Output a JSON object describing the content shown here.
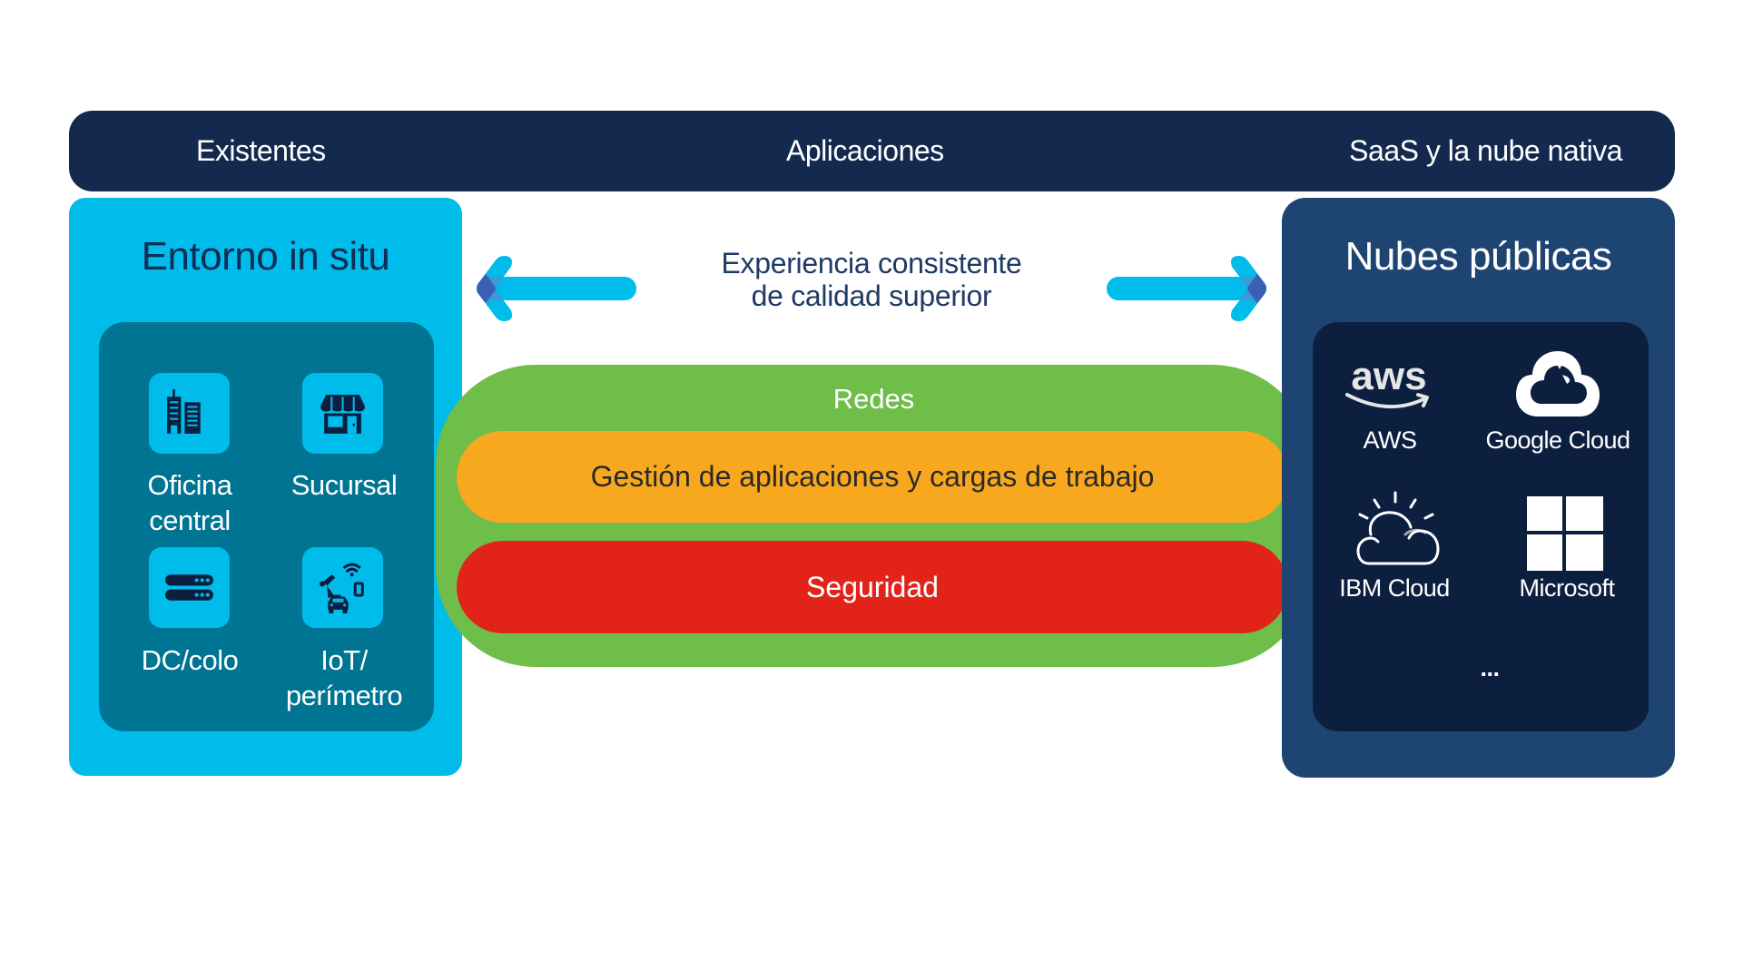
{
  "header": {
    "left_label": "Existentes",
    "center_label": "Aplicaciones",
    "right_label": "SaaS y la nube nativa"
  },
  "on_premises": {
    "title": "Entorno in situ",
    "items": [
      {
        "icon": "buildings-icon",
        "label_line1": "Oficina",
        "label_line2": "central"
      },
      {
        "icon": "storefront-icon",
        "label_line1": "Sucursal",
        "label_line2": ""
      },
      {
        "icon": "server-icon",
        "label_line1": "DC/colo",
        "label_line2": ""
      },
      {
        "icon": "iot-devices-icon",
        "label_line1": "IoT/",
        "label_line2": "perímetro"
      }
    ]
  },
  "center": {
    "experience_line1": "Experiencia consistente",
    "experience_line2": "de calidad superior",
    "networking_label": "Redes",
    "app_management_label": "Gestión de aplicaciones y cargas de trabajo",
    "security_label": "Seguridad"
  },
  "public_clouds": {
    "title": "Nubes públicas",
    "providers": [
      {
        "icon": "aws-logo-icon",
        "label": "AWS"
      },
      {
        "icon": "google-cloud-logo-icon",
        "label": "Google Cloud"
      },
      {
        "icon": "ibm-cloud-logo-icon",
        "label": "IBM Cloud"
      },
      {
        "icon": "microsoft-logo-icon",
        "label": "Microsoft"
      }
    ],
    "more_label": "..."
  },
  "colors": {
    "header_bg": "#132a4e",
    "on_prem_bg": "#00bceb",
    "on_prem_inner_bg": "#007493",
    "cloud_bg": "#1e4471",
    "cloud_inner_bg": "#0d1f3f",
    "networking": "#6fbe4a",
    "app_management": "#f8a81e",
    "security": "#e2231a",
    "arrow": "#00bceb",
    "arrow_tip": "#3b5fb5"
  }
}
